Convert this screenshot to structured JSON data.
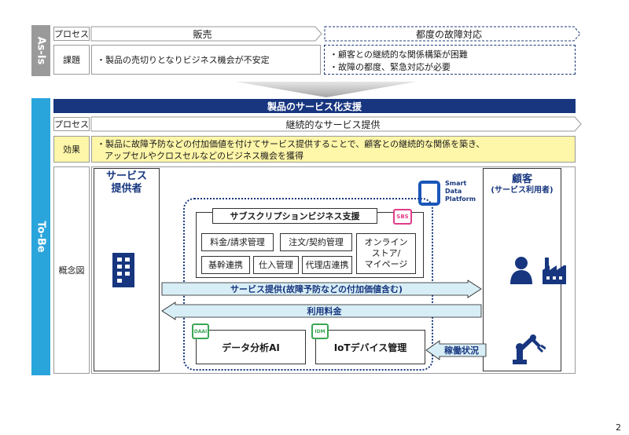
{
  "asis": {
    "band": "As-Is",
    "process_label": "プロセス",
    "sales": "販売",
    "on_demand": "都度の故障対応",
    "issue_label": "課題",
    "issue_left": "・製品の売切りとなりビジネス機会が不安定",
    "issue_right_1": "・顧客との継続的な関係構築が困難",
    "issue_right_2": "・故障の都度、緊急対応が必要"
  },
  "tobe": {
    "band": "To-Be",
    "title": "製品のサービス化支援",
    "process_label": "プロセス",
    "process": "継続的なサービス提供",
    "effect_label": "効果",
    "effect_1": "・製品に故障予防などの付加価値を付けてサービス提供することで、顧客との継続的な関係を築き、",
    "effect_2": "アップセルやクロスセルなどのビジネス機会を獲得",
    "concept_label": "概念図",
    "provider": "サービス\n提供者",
    "customer": "顧客",
    "customer_sub": "(サービス利用者)",
    "sdp_logo": "Smart\nData\nPlatform",
    "sbs_title": "サブスクリプションビジネス支援",
    "sbs_badge": "SBS",
    "modules": [
      "料金/請求管理",
      "注文/契約管理",
      "基幹連携",
      "仕入管理",
      "代理店連携"
    ],
    "online_store": "オンライン\nストア/\nマイページ",
    "service_flow": "サービス提供(故障予防などの付加価値含む)",
    "usage_fee": "利用料金",
    "operation_status": "稼働状況",
    "daai_badge": "DAAI",
    "data_ai": "データ分析AI",
    "idm_badge": "IDM",
    "iot": "IoTデバイス管理"
  },
  "page_number": "2",
  "colors": {
    "navy": "#17367f",
    "cyan": "#2aa5dc",
    "arrow_fill": "#d8eef6",
    "yellow": "#fef6a8",
    "green": "#3aa655",
    "pink": "#e23b8a"
  }
}
